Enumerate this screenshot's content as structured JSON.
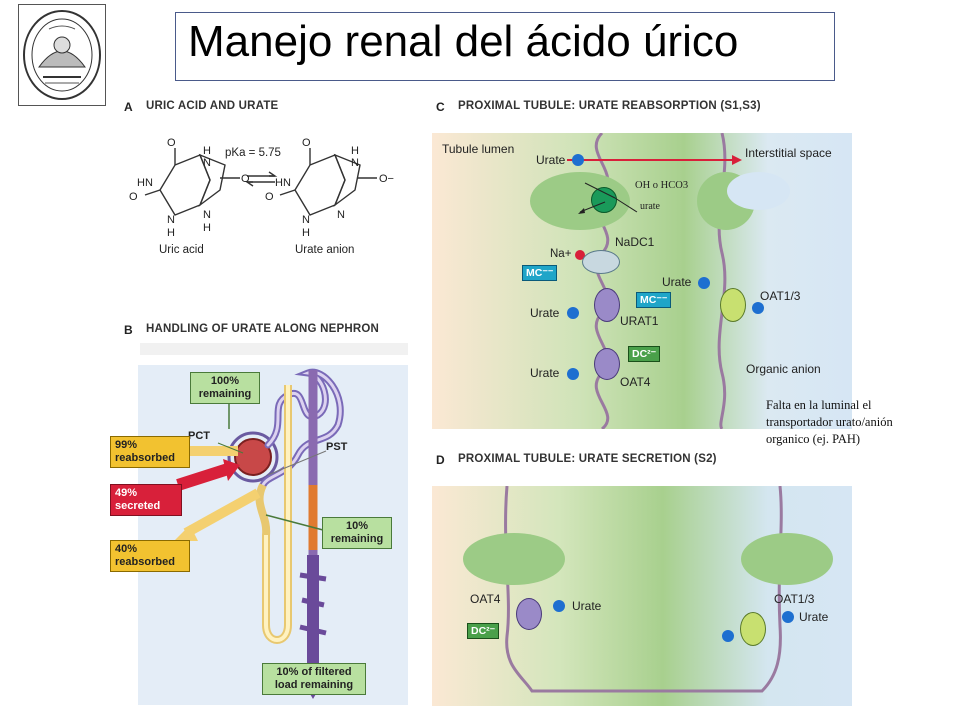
{
  "title": "Manejo renal del ácido úrico",
  "panel_a": {
    "letter": "A",
    "title": "URIC ACID AND URATE",
    "pka": "pKa = 5.75",
    "uric_acid_label": "Uric acid",
    "urate_anion_label": "Urate anion",
    "atoms": {
      "h": "H",
      "n": "N",
      "hn": "HN",
      "o": "O",
      "o_minus": "O−"
    }
  },
  "panel_b": {
    "letter": "B",
    "title": "HANDLING OF URATE ALONG NEPHRON",
    "remaining_100": [
      "100%",
      "remaining"
    ],
    "pct": "PCT",
    "pst": "PST",
    "reabsorbed_99": [
      "99%",
      "reabsorbed"
    ],
    "secreted_49": [
      "49%",
      "secreted"
    ],
    "remaining_10": [
      "10%",
      "remaining"
    ],
    "reabsorbed_40": [
      "40%",
      "reabsorbed"
    ],
    "filtered_load": [
      "10% of filtered",
      "load remaining"
    ]
  },
  "panel_c": {
    "letter": "C",
    "title": "PROXIMAL TUBULE: URATE REABSORPTION (S1,S3)",
    "tubule_lumen": "Tubule lumen",
    "interstitial_space": "Interstitial space",
    "urate": "Urate",
    "oh_hco3": "OH o HCO3",
    "urate_small": "urate",
    "nadc1": "NaDC1",
    "na": "Na+",
    "mc": "MC⁻⁻",
    "urat1": "URAT1",
    "oat13": "OAT1/3",
    "oat4": "OAT4",
    "dc": "DC²⁻",
    "organic_anion": "Organic anion"
  },
  "note": [
    "Falta en la luminal el",
    "transportador urato/anión",
    "organico (ej. PAH)"
  ],
  "panel_d": {
    "letter": "D",
    "title": "PROXIMAL TUBULE: URATE SECRETION (S2)",
    "oat4": "OAT4",
    "urate_left": "Urate",
    "dc": "DC²⁻",
    "oat13": "OAT1/3",
    "urate_right": "Urate"
  },
  "colors": {
    "reabsorbed": "#f2c230",
    "secreted": "#d8203a",
    "remaining": "#b8e0a0",
    "anion": "#1e6fd0",
    "cell": "#9ccb86"
  }
}
